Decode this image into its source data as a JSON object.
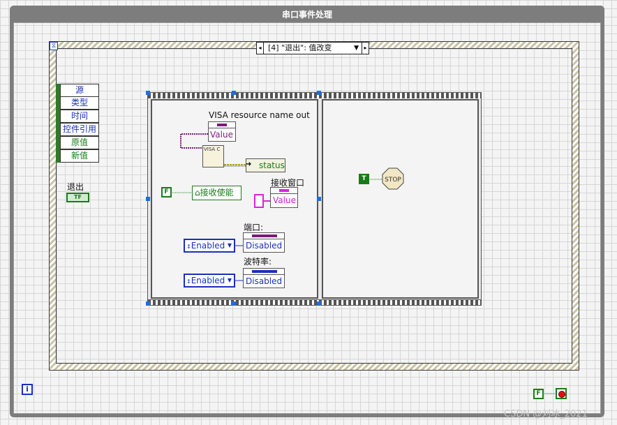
{
  "window": {
    "title": "串口事件处理"
  },
  "event_structure": {
    "selector_label": "[4] \"退出\": 值改变",
    "timeout_icon": "hourglass-icon"
  },
  "event_data_node": {
    "items": [
      "源",
      "类型",
      "时间",
      "控件引用",
      "原值",
      "新值"
    ]
  },
  "quit_control": {
    "label": "退出",
    "terminal_text": "TF"
  },
  "frame1": {
    "visa_label": "VISA resource name out",
    "visa_value": "Value",
    "visa_icon_text": "VISA C",
    "status_label": "status",
    "false_const": "F",
    "recv_enable_label": "接收使能",
    "recv_window_label": "接收窗口",
    "recv_value": "Value",
    "port_label": "端口:",
    "port_ring": "Enabled",
    "port_value": "Disabled",
    "baud_label": "波特率:",
    "baud_ring": "Enabled",
    "baud_value": "Disabled"
  },
  "frame2": {
    "true_const": "T",
    "stop_text": "STOP"
  },
  "footer": {
    "info_icon": "i",
    "false_const": "F",
    "watermark": "CSDN @刘冰_2021"
  },
  "colors": {
    "boolean": "#1a7a1a",
    "enum": "#1b2fbf",
    "visa": "#7a1a7a",
    "string": "#c91fc9",
    "selection": "#1e6fd9"
  }
}
